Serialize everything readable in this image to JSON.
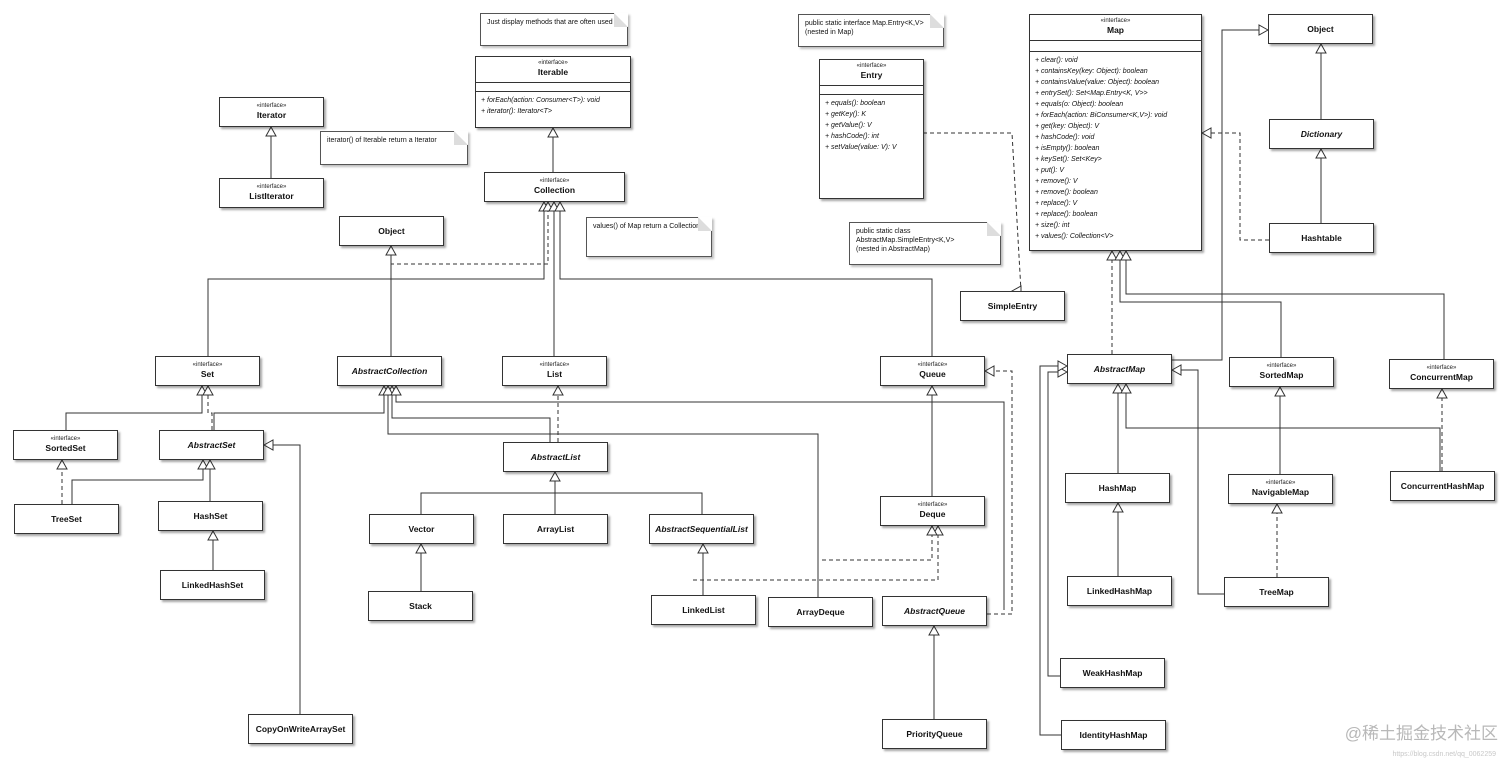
{
  "classes": {
    "iterable": {
      "stereo": "«interface»",
      "name": "Iterable",
      "ops": [
        "+ forEach(action: Consumer<T>): void",
        "+ iterator(): Iterator<T>"
      ]
    },
    "iterator": {
      "stereo": "«interface»",
      "name": "Iterator"
    },
    "listiterator": {
      "stereo": "«interface»",
      "name": "ListIterator"
    },
    "collection": {
      "stereo": "«interface»",
      "name": "Collection"
    },
    "object1": {
      "name": "Object"
    },
    "set": {
      "stereo": "«interface»",
      "name": "Set"
    },
    "abstractcollection": {
      "name": "AbstractCollection"
    },
    "list": {
      "stereo": "«interface»",
      "name": "List"
    },
    "queue": {
      "stereo": "«interface»",
      "name": "Queue"
    },
    "sortedset": {
      "stereo": "«interface»",
      "name": "SortedSet"
    },
    "abstractset": {
      "name": "AbstractSet"
    },
    "abstractlist": {
      "name": "AbstractList"
    },
    "treeset": {
      "name": "TreeSet"
    },
    "hashset": {
      "name": "HashSet"
    },
    "linkedhashset": {
      "name": "LinkedHashSet"
    },
    "vector": {
      "name": "Vector"
    },
    "stack": {
      "name": "Stack"
    },
    "arraylist": {
      "name": "ArrayList"
    },
    "abstractsequentiallist": {
      "name": "AbstractSequentialList"
    },
    "linkedlist": {
      "name": "LinkedList"
    },
    "arraydeque": {
      "name": "ArrayDeque"
    },
    "deque": {
      "stereo": "«interface»",
      "name": "Deque"
    },
    "abstractqueue": {
      "name": "AbstractQueue"
    },
    "priorityqueue": {
      "name": "PriorityQueue"
    },
    "copyonwritearrayset": {
      "name": "CopyOnWriteArraySet"
    },
    "entry": {
      "stereo": "«interface»",
      "name": "Entry",
      "ops": [
        "+ equals(): boolean",
        "+ getKey(): K",
        "+ getValue(): V",
        "+ hashCode(): int",
        "+ setValue(value: V): V"
      ]
    },
    "simpleentry": {
      "name": "SimpleEntry"
    },
    "map": {
      "stereo": "«interface»",
      "name": "Map",
      "ops": [
        "+ clear(): void",
        "+ containsKey(key: Object): boolean",
        "+ containsValue(value: Object): boolean",
        "+ entrySet(): Set<Map.Entry<K, V>>",
        "+ equals(o: Object): boolean",
        "+ forEach(action: BiConsumer<K,V>): void",
        "+ get(key: Object): V",
        "+ hashCode(): void",
        "+ isEmpty(): boolean",
        "+ keySet(): Set<Key>",
        "+ put(): V",
        "+ remove(): V",
        "+ remove(): boolean",
        "+ replace(): V",
        "+ replace(): boolean",
        "+ size(): int",
        "+ values(): Collection<V>"
      ]
    },
    "object2": {
      "name": "Object"
    },
    "dictionary": {
      "name": "Dictionary"
    },
    "hashtable": {
      "name": "Hashtable"
    },
    "abstractmap": {
      "name": "AbstractMap"
    },
    "sortedmap": {
      "stereo": "«interface»",
      "name": "SortedMap"
    },
    "concurrentmap": {
      "stereo": "«interface»",
      "name": "ConcurrentMap"
    },
    "hashmap": {
      "name": "HashMap"
    },
    "navigablemap": {
      "stereo": "«interface»",
      "name": "NavigableMap"
    },
    "concurrenthashmap": {
      "name": "ConcurrentHashMap"
    },
    "linkedhashmap": {
      "name": "LinkedHashMap"
    },
    "treemap": {
      "name": "TreeMap"
    },
    "weakhashmap": {
      "name": "WeakHashMap"
    },
    "identityhashmap": {
      "name": "IdentityHashMap"
    }
  },
  "notes": {
    "display": "Just display methods that are often used",
    "iterator": "iterator() of Iterable return a Iterator",
    "values": "values() of Map return a Collection",
    "entry": "public static interface Map.Entry<K,V>\n(nested in Map)",
    "simpleentry": "public static class\nAbstractMap.SimpleEntry<K,V>\n(nested in AbstractMap)"
  },
  "watermark": {
    "main": "@稀土掘金技术社区",
    "sub": "https://blog.csdn.net/qq_0062259"
  }
}
